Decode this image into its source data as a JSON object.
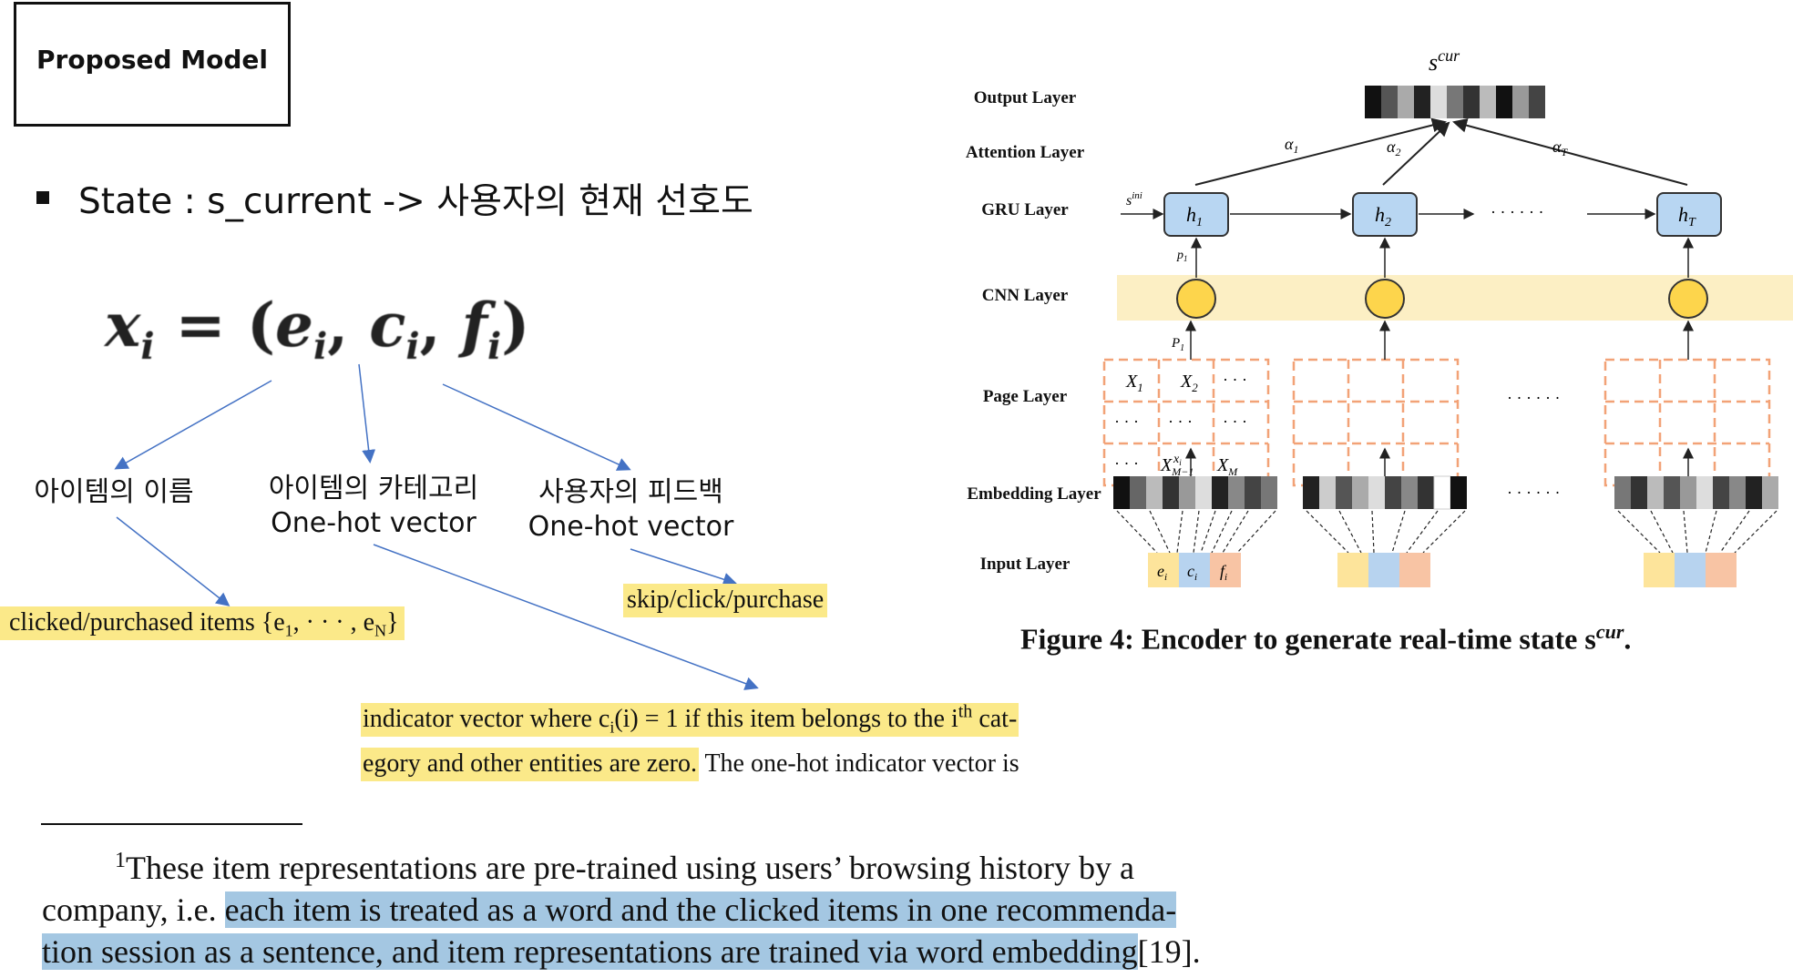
{
  "title": "Proposed Model",
  "state_line": "State : s_current -> 사용자의 현재 선호도",
  "formula": {
    "lhs": "x",
    "lhs_sub": "i",
    "eq": " = (",
    "e": "e",
    "c": "c",
    "f": "f",
    "sub": "i",
    "comma": ", ",
    "close": ")"
  },
  "labels": {
    "item_name": "아이템의 이름",
    "item_category": "아이템의 카테고리",
    "item_category_sub": "One-hot vector",
    "user_feedback": "사용자의 피드백",
    "user_feedback_sub": "One-hot vector"
  },
  "highlights": {
    "clicked_items": "clicked/purchased items {e",
    "clicked_items_sub1": "1",
    "clicked_items_mid": ", · · · , e",
    "clicked_items_subN": "N",
    "clicked_items_end": "}",
    "feedback": "skip/click/purchase",
    "indicator_line1_pre": "indicator vector where c",
    "indicator_sub": "i",
    "indicator_line1_post": "(i) = 1 if this item belongs to the i",
    "indicator_sup": "th",
    "indicator_line1_end": " cat-",
    "indicator_line2_hl": "egory and other entities are zero.",
    "indicator_line2_rest": " The one-hot indicator vector is"
  },
  "footnote": {
    "mark": "1",
    "line1": "These item representations are pre-trained using users’ browsing history by a",
    "line2_pre": "company, i.e. ",
    "line2_hl": "each item is treated as a word and the clicked items in one recommenda-",
    "line3_hl": "tion session as a sentence, and item representations are trained via word embedding",
    "line3_post": "[19]."
  },
  "figure": {
    "caption_pre": "Figure 4: Encoder to generate real-time state s",
    "caption_sup": "cur",
    "caption_end": ".",
    "layers": {
      "output": "Output Layer",
      "attention": "Attention Layer",
      "gru": "GRU Layer",
      "cnn": "CNN Layer",
      "page": "Page Layer",
      "embedding": "Embedding Layer",
      "input": "Input Layer"
    },
    "s_cur": "s",
    "s_cur_sup": "cur",
    "s_ini": "s",
    "s_ini_sup": "ini",
    "alpha": "α",
    "alpha_subs": [
      "1",
      "2",
      "T"
    ],
    "h": "h",
    "h_subs": [
      "1",
      "2",
      "T"
    ],
    "p_small": "p",
    "p_small_sub": "1",
    "P": "P",
    "P_sub": "1",
    "X": "X",
    "X_subs": [
      "1",
      "2",
      "M−1",
      "M"
    ],
    "x_small": "x",
    "x_small_sub": "i",
    "ellipsis": "· · · · · ·",
    "dots3": "· · ·",
    "input_syms": [
      "e",
      "c",
      "f"
    ],
    "input_sub": "i"
  },
  "colors": {
    "highlight_yellow": "#fbe989",
    "highlight_blue": "#a4c7e2",
    "cnn_band": "#fcefc4",
    "cnn_node": "#fdd54c",
    "gru_box": "#b8d6f2",
    "page_dash": "#f2a277",
    "arrow_blue": "#4472c4",
    "input_yellow": "#fde49b",
    "input_blue": "#b7d3ef",
    "input_orange": "#f8c4a4"
  }
}
